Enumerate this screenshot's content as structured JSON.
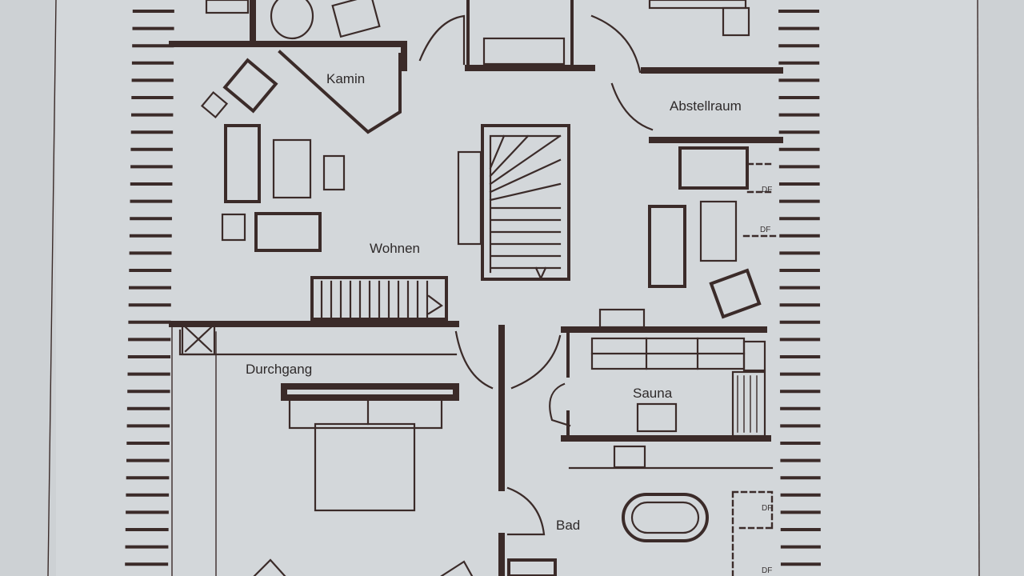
{
  "plan": {
    "rooms": {
      "kamin": "Kamin",
      "abstellraum": "Abstellraum",
      "wohnen": "Wohnen",
      "durchgang": "Durchgang",
      "sauna": "Sauna",
      "bad": "Bad"
    },
    "roof_windows": [
      "DF",
      "DF",
      "DF",
      "DF"
    ]
  },
  "colors": {
    "paper": "#cdd1d4",
    "ink": "#3b2b29"
  }
}
